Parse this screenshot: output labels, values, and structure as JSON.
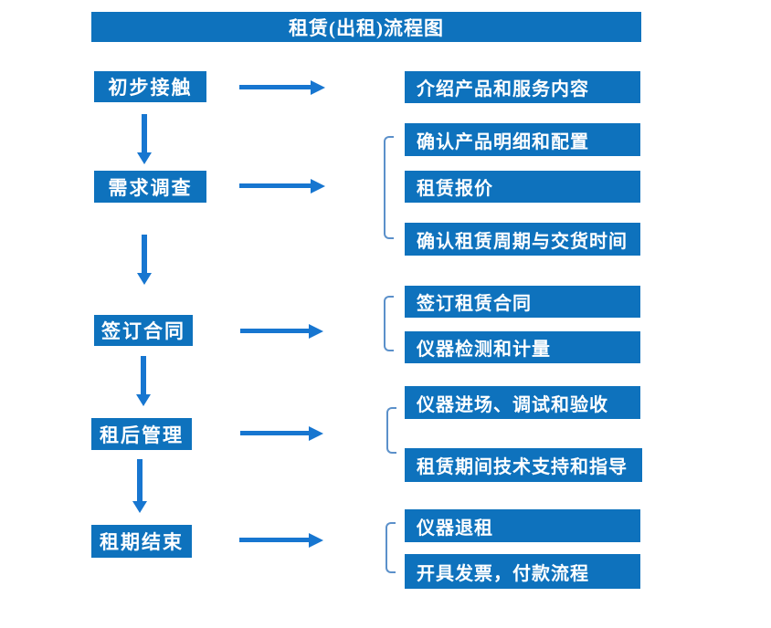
{
  "title": "租赁(出租)流程图",
  "colors": {
    "box": "#0e72bd",
    "arrow": "#1776d0",
    "bracket": "#5b90ca",
    "text": "#ffffff"
  },
  "stages": [
    {
      "label": "初步接触",
      "details": [
        "介绍产品和服务内容"
      ]
    },
    {
      "label": "需求调查",
      "details": [
        "确认产品明细和配置",
        "租赁报价",
        "确认租赁周期与交货时间"
      ]
    },
    {
      "label": "签订合同",
      "details": [
        "签订租赁合同",
        "仪器检测和计量"
      ]
    },
    {
      "label": "租后管理",
      "details": [
        "仪器进场、调试和验收",
        "租赁期间技术支持和指导"
      ]
    },
    {
      "label": "租期结束",
      "details": [
        "仪器退租",
        "开具发票，付款流程"
      ]
    }
  ]
}
